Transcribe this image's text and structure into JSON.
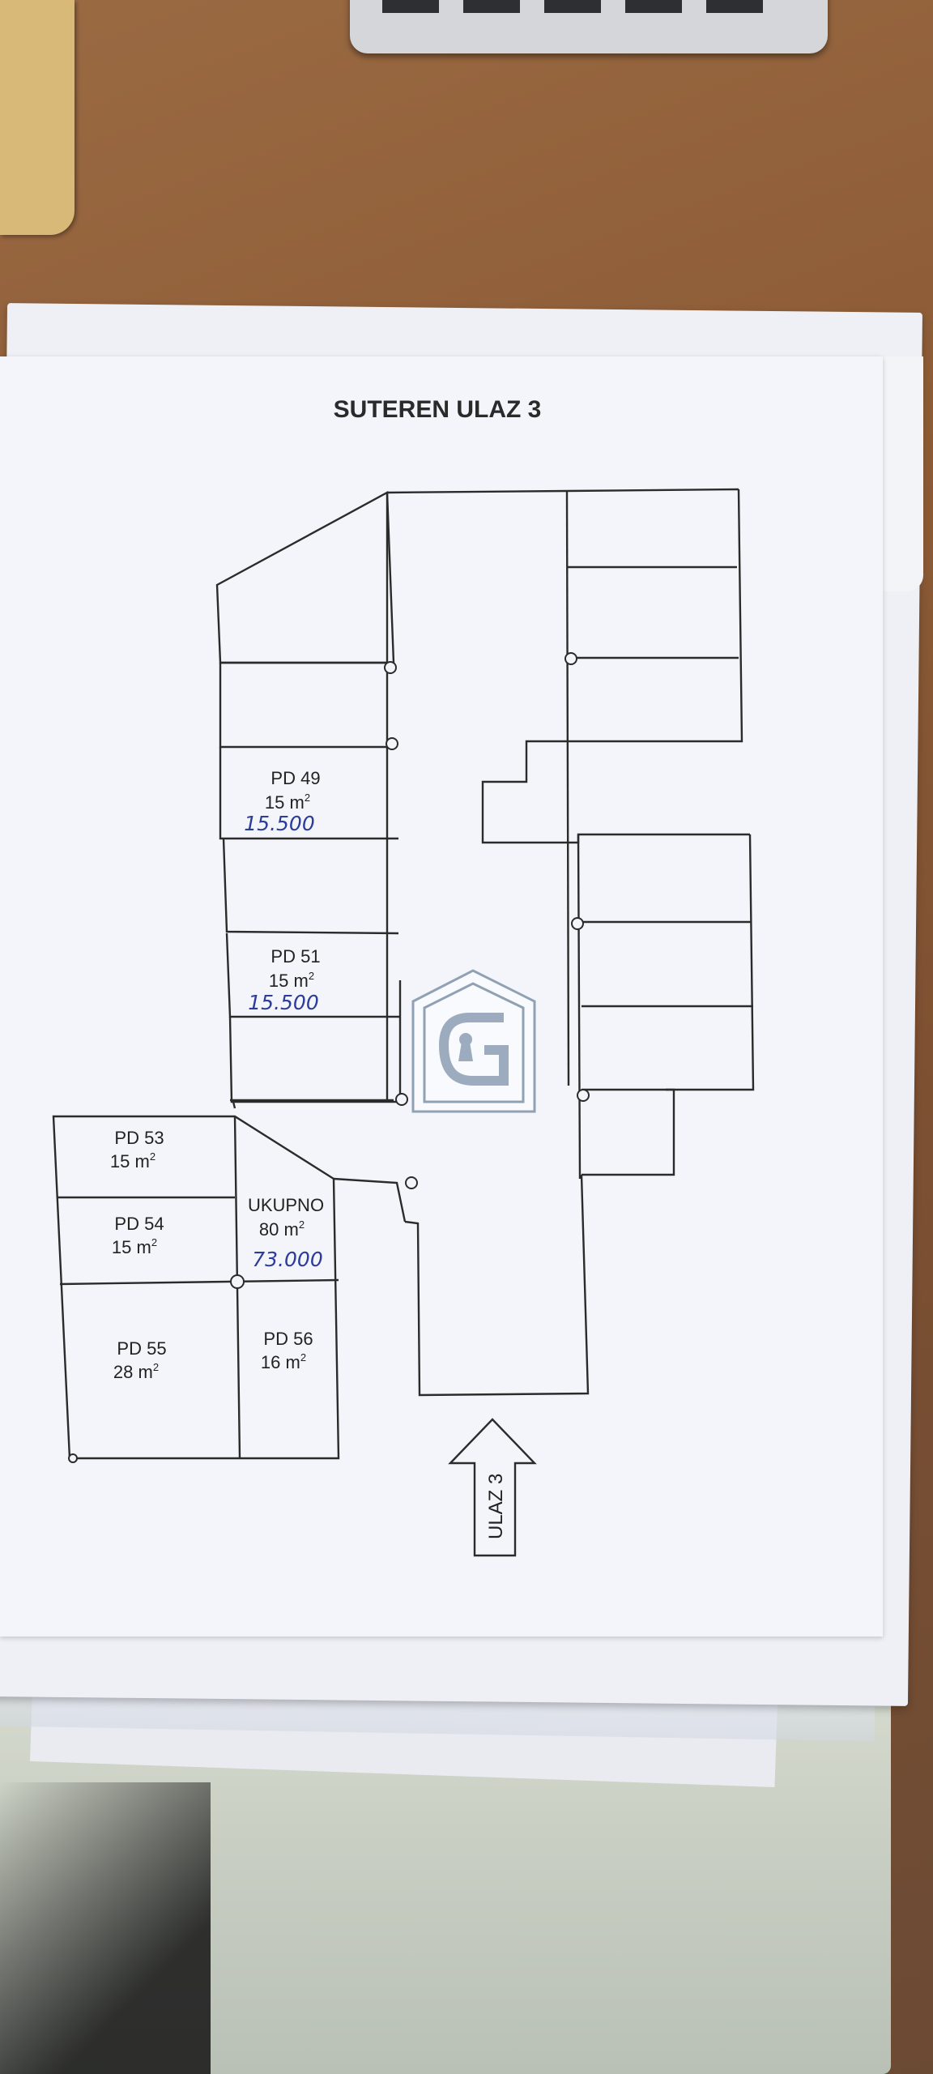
{
  "plan": {
    "title": "SUTEREN ULAZ 3",
    "units": [
      {
        "id": "pd49",
        "name": "PD 49",
        "area": "15 m",
        "price": "15.500"
      },
      {
        "id": "pd51",
        "name": "PD 51",
        "area": "15 m",
        "price": "15.500"
      },
      {
        "id": "pd53",
        "name": "PD 53",
        "area": "15 m"
      },
      {
        "id": "pd54",
        "name": "PD 54",
        "area": "15 m"
      },
      {
        "id": "pd55",
        "name": "PD 55",
        "area": "28 m"
      },
      {
        "id": "pd56",
        "name": "PD 56",
        "area": "16 m"
      }
    ],
    "total": {
      "label": "UKUPNO",
      "area": "80 m",
      "price": "73.000"
    },
    "area_exponent": "2",
    "entrance": "ULAZ 3"
  },
  "colors": {
    "paper": "#f4f5fa",
    "ink": "#2b2b2b",
    "handwriting": "#2b3c9a",
    "watermark": "#6a7f95",
    "desk": "#8a5a36"
  },
  "watermark_icon": "G-house-keyhole-logo"
}
